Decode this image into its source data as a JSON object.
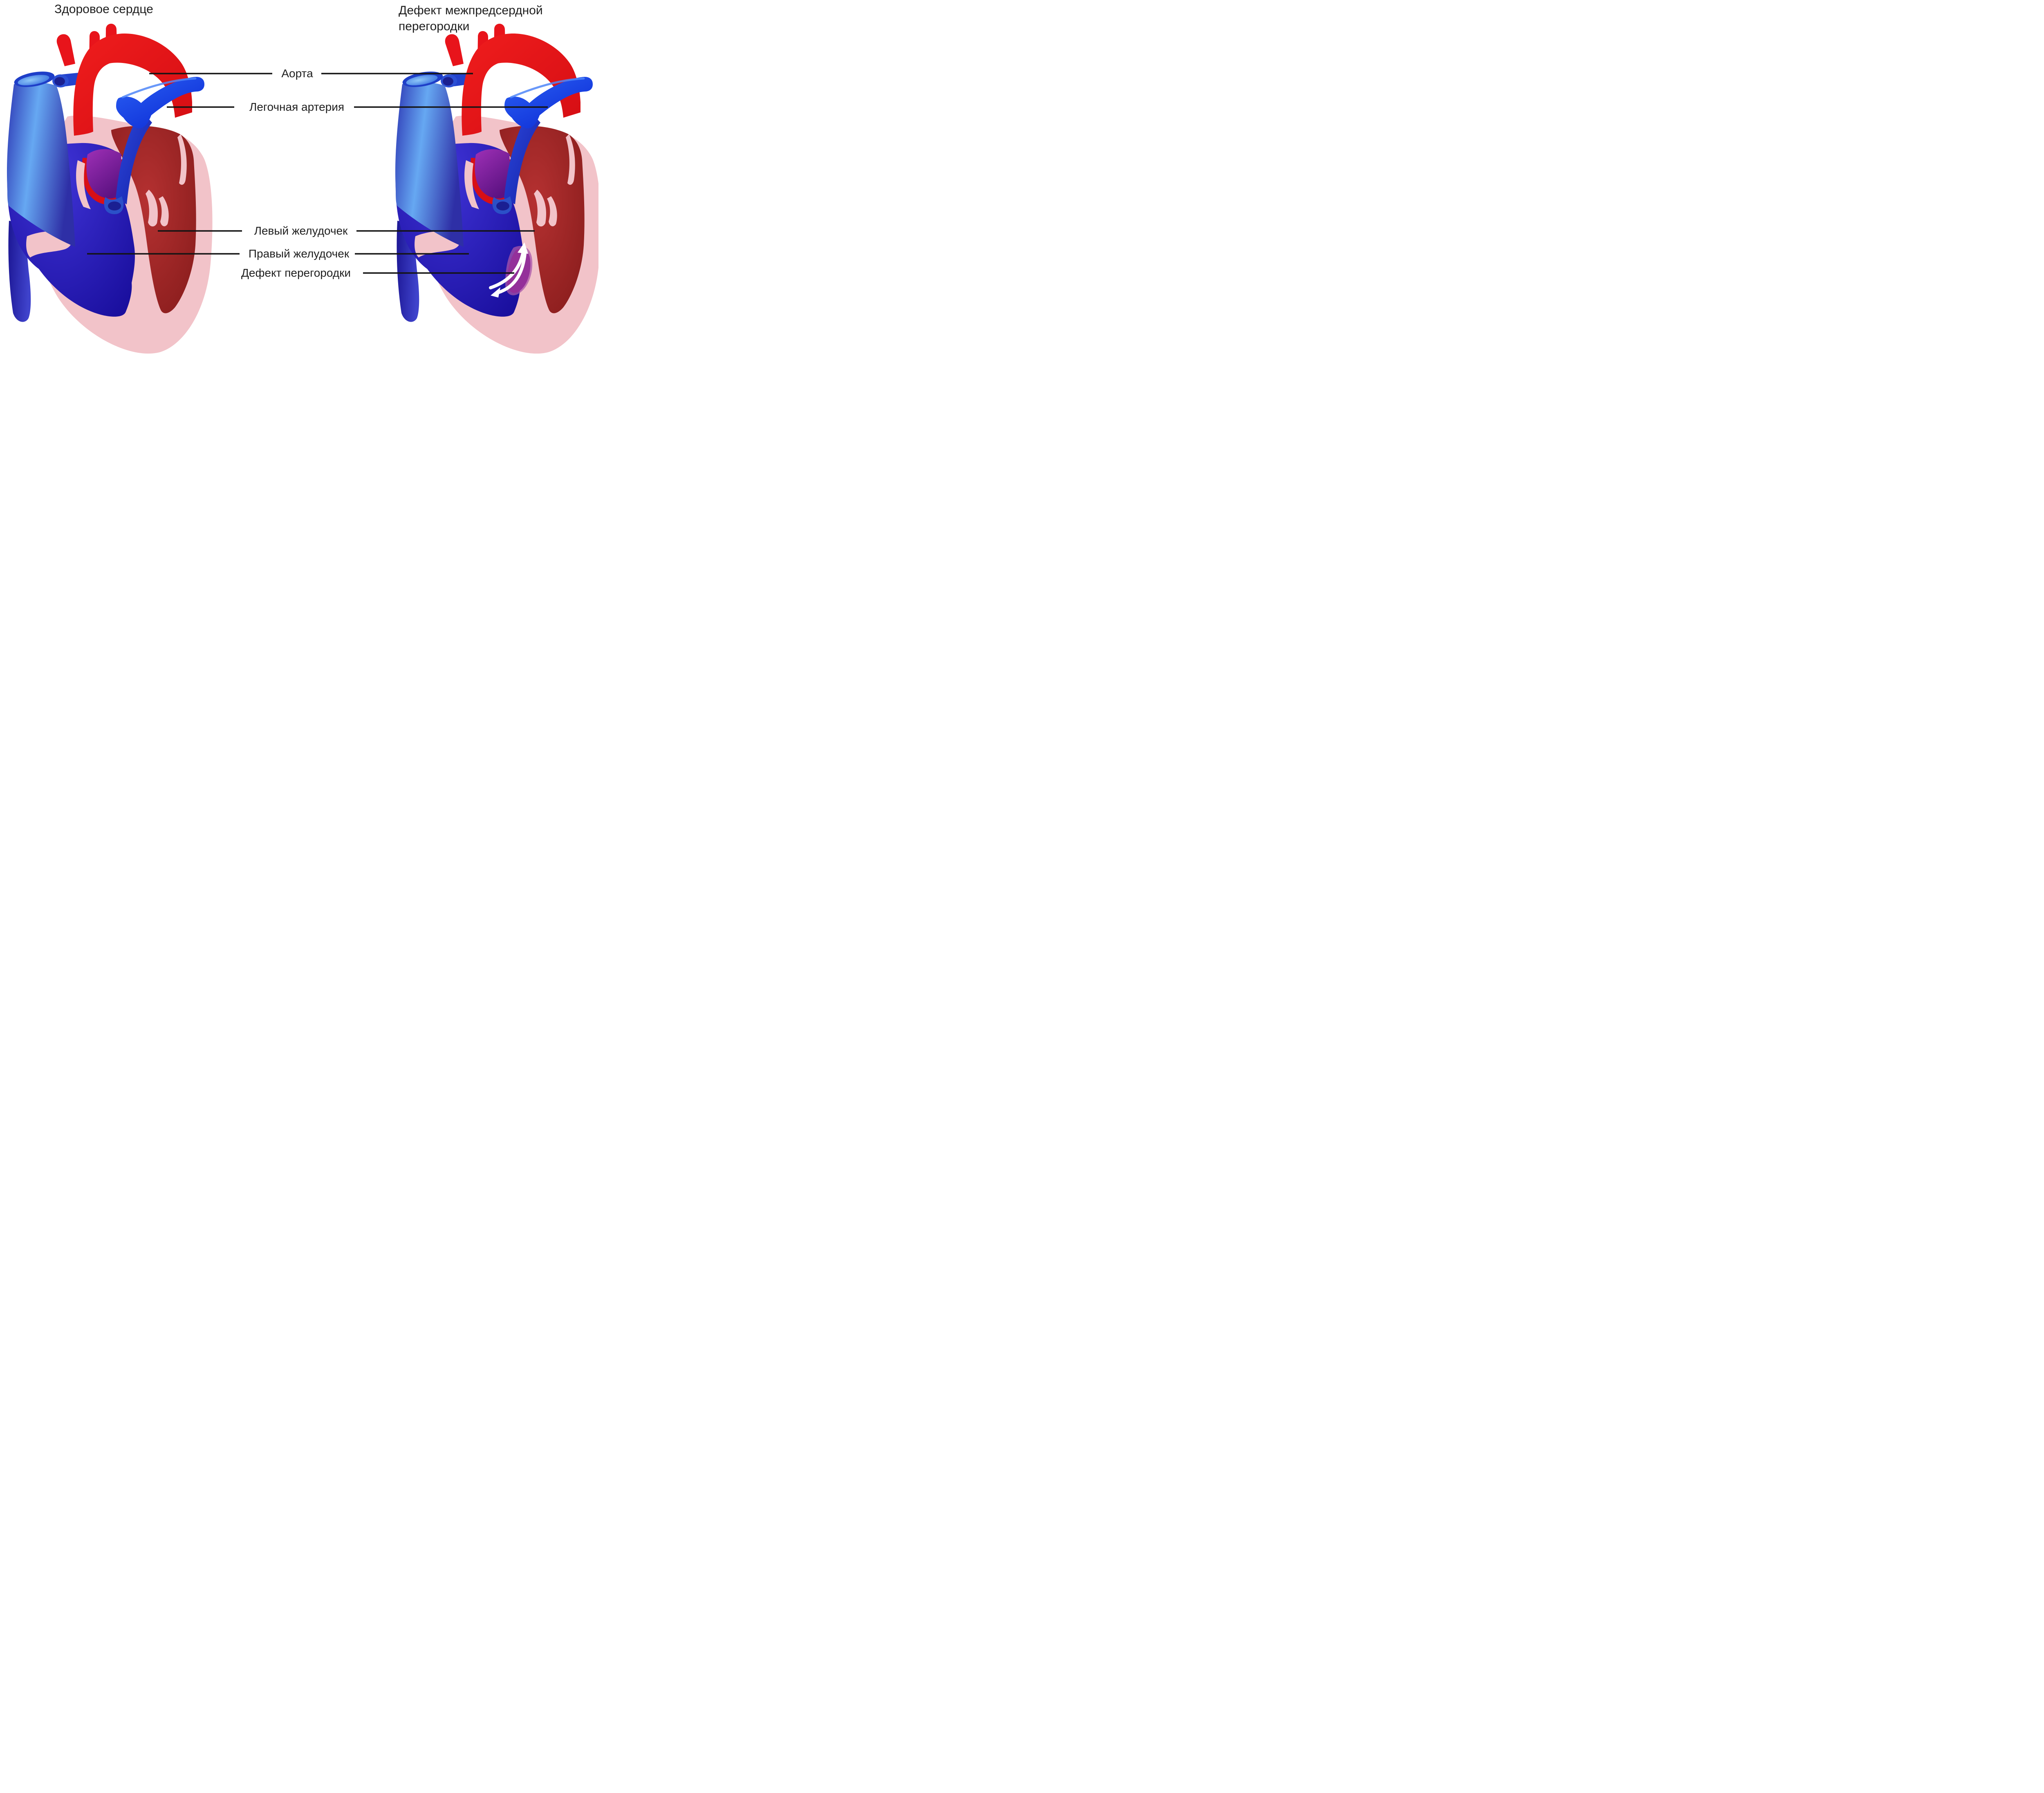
{
  "titles": {
    "healthy": "Здоровое сердце",
    "defect": "Дефект межпредсердной перегородки"
  },
  "labels": {
    "aorta": "Аорта",
    "pulmonary_artery": "Легочная артерия",
    "left_ventricle": "Левый желудочек",
    "right_ventricle": "Правый желудочек",
    "septal_defect": "Дефект перегородки"
  },
  "figures": {
    "left": "healthy-heart-illustration",
    "right": "atrial-septal-defect-heart-illustration"
  },
  "colors": {
    "background": "#ffffff",
    "line": "#141414",
    "text": "#1f1f1f",
    "aorta_red": "#e8141b",
    "dark_red": "#9c2423",
    "pink": "#f2c3c9",
    "navy": "#2516ad",
    "bright_blue": "#1540e8",
    "vein_blue": "#4f8ae8",
    "purple": "#7c1f9a",
    "defect_magenta": "#94309a",
    "arrow_white": "#ffffff"
  }
}
